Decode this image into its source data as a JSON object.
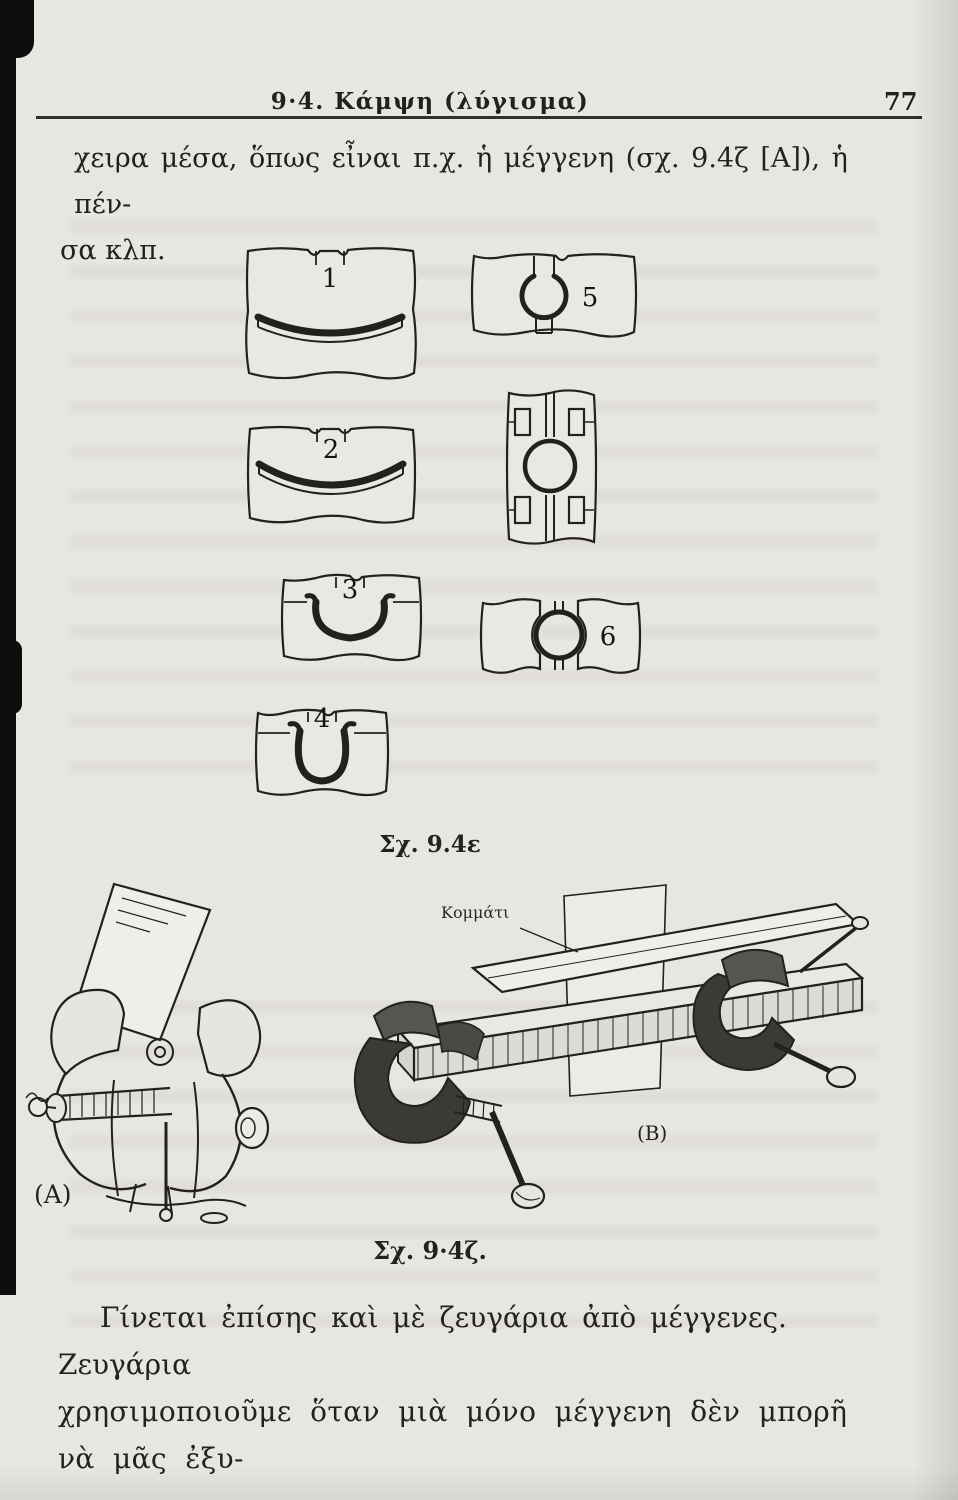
{
  "header": {
    "title": "9·4. Κάμψη (λύγισμα)",
    "page_number": "77"
  },
  "intro": {
    "line1": "χειρα μέσα, ὅπως εἶναι π.χ. ἡ μέγγενη (σχ. 9.4ζ [Α]), ἡ πέν-",
    "line2": "σα κλπ."
  },
  "figure_dies": {
    "caption": "Σχ. 9.4ε",
    "numbers": [
      "1",
      "2",
      "3",
      "4",
      "5",
      "6"
    ]
  },
  "figure_vises": {
    "caption": "Σχ. 9·4ζ.",
    "workpiece_label": "Κομμάτι",
    "vise_a_label": "(Α)",
    "vise_b_label": "(Β)"
  },
  "closing": {
    "line1": "Γίνεται ἐπίσης καὶ μὲ ζευγάρια ἀπὸ μέγγενες. Ζευγάρια",
    "line2": "χρησιμοποιοῦμε ὅταν μιὰ μόνο μέγγενη δὲν μπορῆ νὰ μᾶς ἐξυ-"
  }
}
